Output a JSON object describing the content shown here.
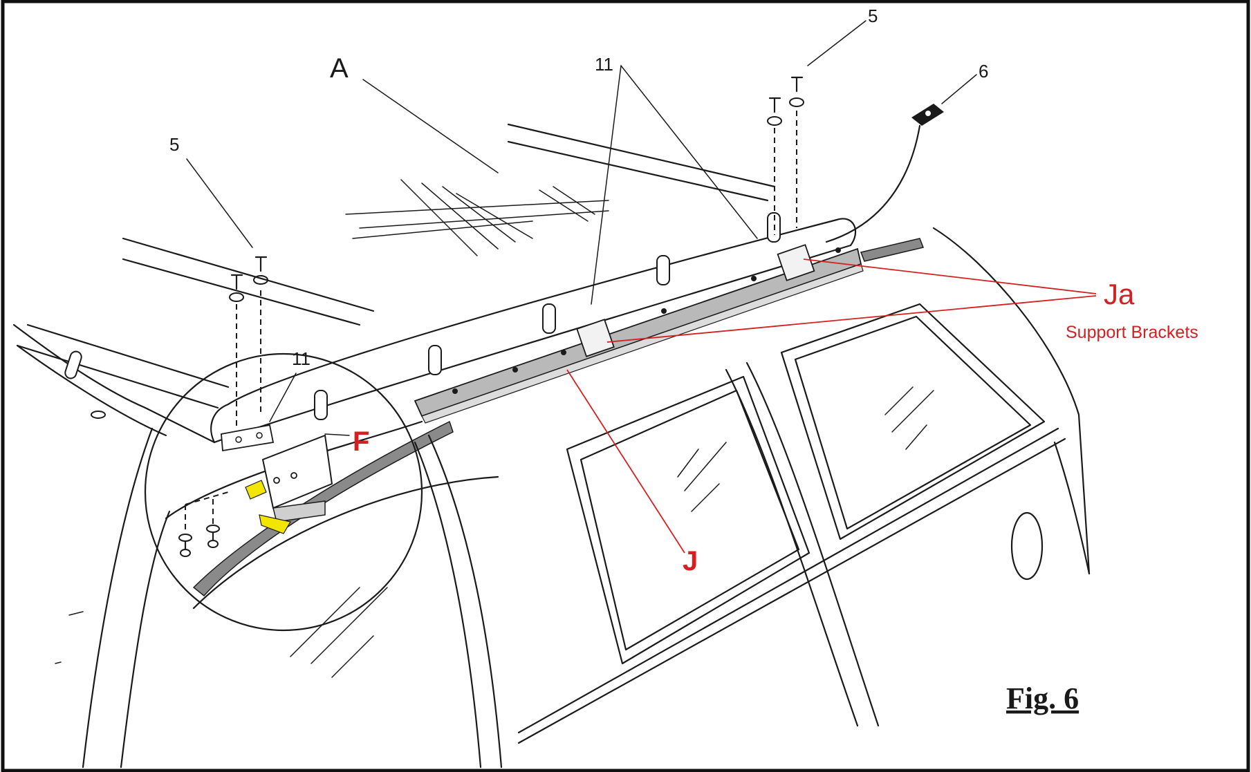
{
  "figure": {
    "caption": "Fig. 6",
    "labels": {
      "roof_rack": "A",
      "bolts_front": "5",
      "bolts_rear": "5",
      "tab_6": "6",
      "spacers_top": "11",
      "spacer_left": "11",
      "bracket_f": "F",
      "rail_j": "J",
      "ja_code": "Ja",
      "ja_desc": "Support Brackets"
    },
    "colors": {
      "callout_red": "#d42020",
      "line_black": "#1a1a1a",
      "strip_gray": "#8a8a8a",
      "rail_fill": "#b9b9b9",
      "arrow_yellow": "#f2e600"
    }
  }
}
